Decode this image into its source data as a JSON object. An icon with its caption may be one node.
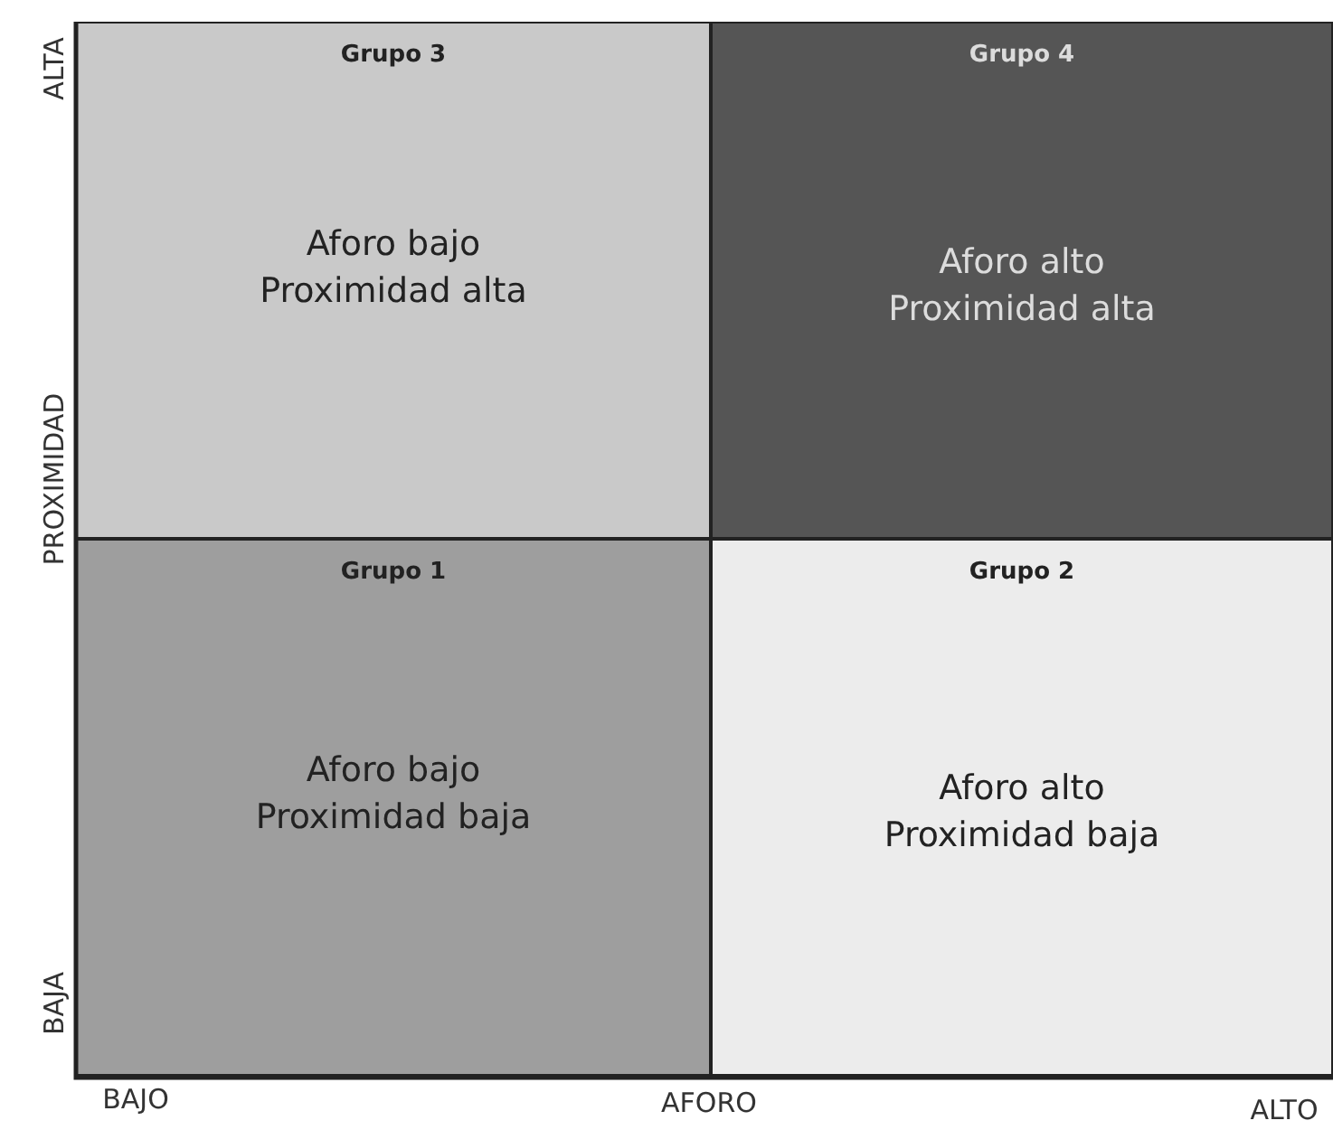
{
  "diagram": {
    "nodes": [
      {
        "text": [
          "Grupo 3",
          "Aforo bajo Proximidad alta"
        ]
      },
      {
        "text": [
          "Grupo 4",
          "Aforo alto Proximidad alta"
        ]
      },
      {
        "text": [
          "Grupo 1",
          "Aforo bajo Proximidad baja"
        ]
      },
      {
        "text": [
          "Grupo 2",
          "Aforo alto Proximidad baja"
        ]
      }
    ],
    "labels": [
      "ALTA",
      "PROXIMIDAD",
      "BAJA",
      "BAJO",
      "AFORO",
      "ALTO"
    ]
  }
}
